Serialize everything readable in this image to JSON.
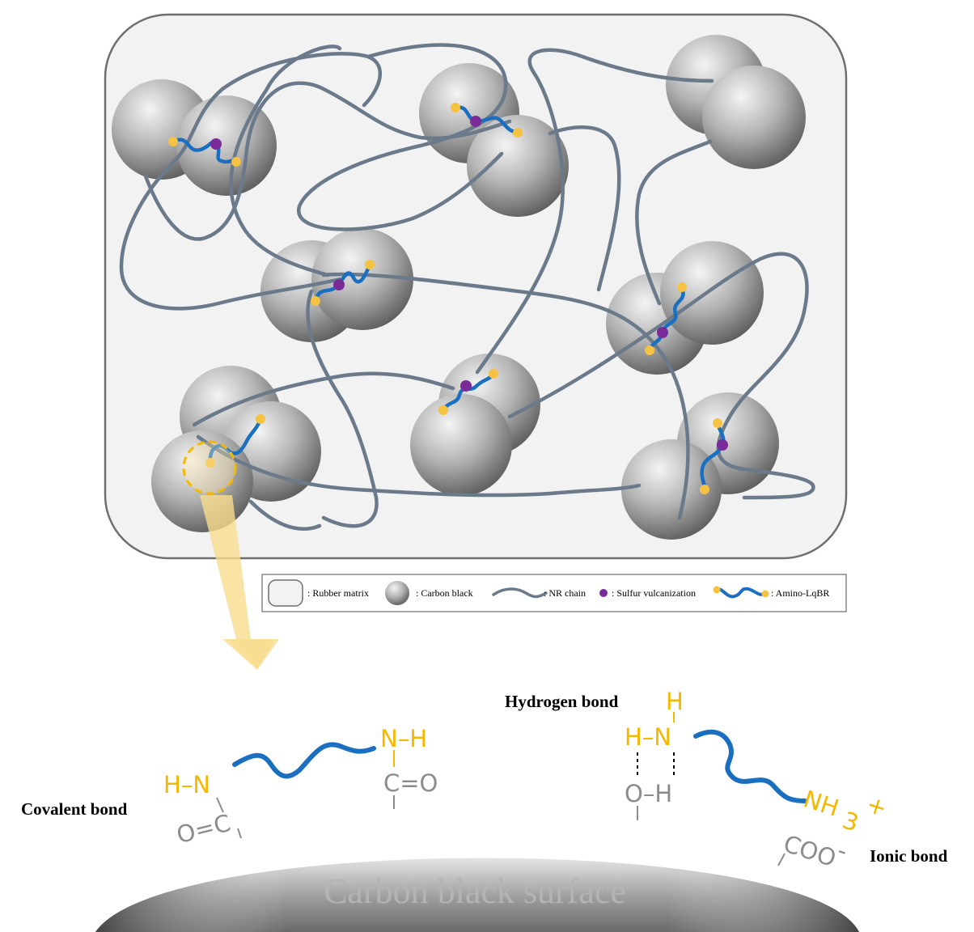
{
  "legend": {
    "rubber_matrix": ": Rubber matrix",
    "carbon_black": ": Carbon black",
    "nr_chain": ": NR chain",
    "sulfur": ": Sulfur vulcanization",
    "amino_lqbr": ": Amino-LqBR"
  },
  "bonds": {
    "covalent": "Covalent bond",
    "hydrogen": "Hydrogen bond",
    "ionic": "Ionic bond"
  },
  "surface": {
    "title": "Carbon black surface"
  },
  "chem": {
    "cov_left_hn": "H–N",
    "cov_left_oc": "O=C",
    "cov_right_nh": "N–H",
    "cov_right_co": "C=O",
    "hyd_h_top": "H",
    "hyd_hn": "H–N",
    "hyd_oh": "O–H",
    "ion_nh": "NH",
    "ion_sub3": "3",
    "ion_plus": "+",
    "ion_coo": "COO",
    "ion_minus": "-"
  },
  "colors": {
    "matrix_fill": "#f2f2f2",
    "matrix_border": "#6e6e6e",
    "nr_chain": "#6b7a8a",
    "amino_chain": "#1a6fc0",
    "amine_end": "#f5c242",
    "sulfur": "#7a2b9a",
    "bond_text_amine": "#f5b800",
    "bond_text_surface": "#8c8c8c",
    "arrow": "#f7dc8e"
  }
}
